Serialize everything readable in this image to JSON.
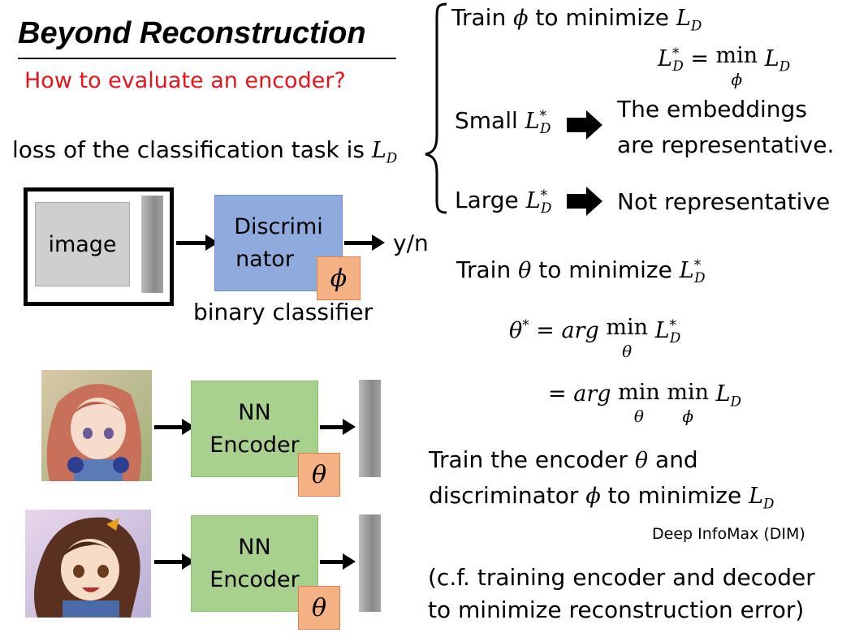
{
  "title": "Beyond Reconstruction",
  "subtitle": "How to evaluate an encoder?",
  "loss_line": "loss of the classification task is",
  "loss_symbol": "L",
  "loss_sub": "D",
  "image_label": "image",
  "disc_line1": "Discrimi",
  "disc_line2": "nator",
  "phi": "ϕ",
  "yn": "y/n",
  "binary": "binary classifier",
  "train_phi_pre": "Train",
  "train_phi_post": "to minimize",
  "small": "Small",
  "large": "Large",
  "emb1": "The embeddings",
  "emb2": "are representative.",
  "not_rep": "Not representative",
  "train_theta_pre": "Train",
  "train_theta_post": "to minimize",
  "theta": "θ",
  "enc_line1": "NN",
  "enc_line2": "Encoder",
  "joint1_pre": "Train the encoder",
  "joint1_post": "and",
  "joint2_pre": "discriminator",
  "joint2_post": "to minimize",
  "dim": "Deep InfoMax (DIM)",
  "cf1": "(c.f. training encoder and decoder",
  "cf2": "to minimize reconstruction error)",
  "eq_min": "min",
  "eq_arg": "arg",
  "colors": {
    "subtitle": "#e8141c",
    "discriminator": "#8faadc",
    "encoder": "#a9d18e",
    "param": "#f4b183"
  }
}
